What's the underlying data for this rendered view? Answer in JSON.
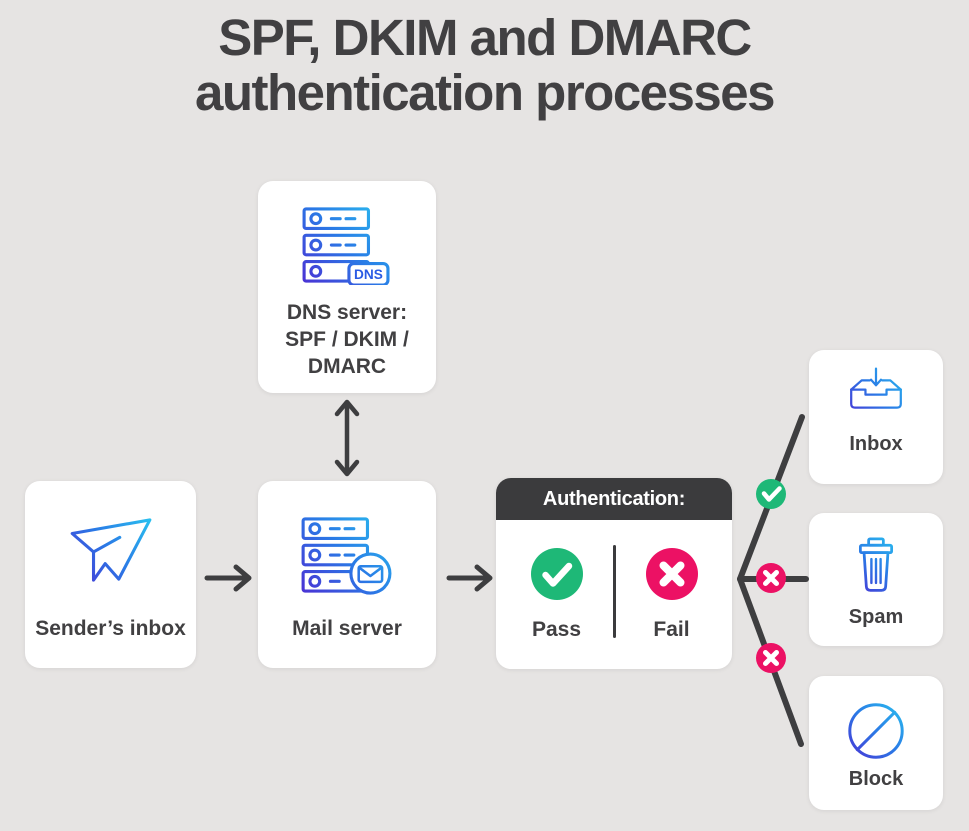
{
  "title": {
    "line1": "SPF, DKIM and DMARC",
    "line2": "authentication processes"
  },
  "colors": {
    "bg": "#e6e4e3",
    "card": "#ffffff",
    "ink": "#414042",
    "line": "#3e3e40",
    "dark": "#3b3b3d",
    "green": "#1eb877",
    "pink": "#ec1164",
    "dnsText": "#2a5be4",
    "gradStart": "#4b2fd4",
    "gradMid": "#2a7ae6",
    "gradEnd": "#29c4f0"
  },
  "nodes": {
    "sender": {
      "label": "Sender’s inbox",
      "icon": "paper-plane-icon"
    },
    "dns": {
      "lines": [
        "DNS server:",
        "SPF / DKIM /",
        "DMARC"
      ],
      "badge": "DNS",
      "icon": "dns-server-icon"
    },
    "mail": {
      "label": "Mail server",
      "icon": "mail-server-icon"
    },
    "auth": {
      "header": "Authentication:",
      "pass": "Pass",
      "fail": "Fail"
    },
    "inbox": {
      "label": "Inbox",
      "icon": "inbox-tray-icon"
    },
    "spam": {
      "label": "Spam",
      "icon": "trash-icon"
    },
    "block": {
      "label": "Block",
      "icon": "block-circle-icon"
    }
  }
}
